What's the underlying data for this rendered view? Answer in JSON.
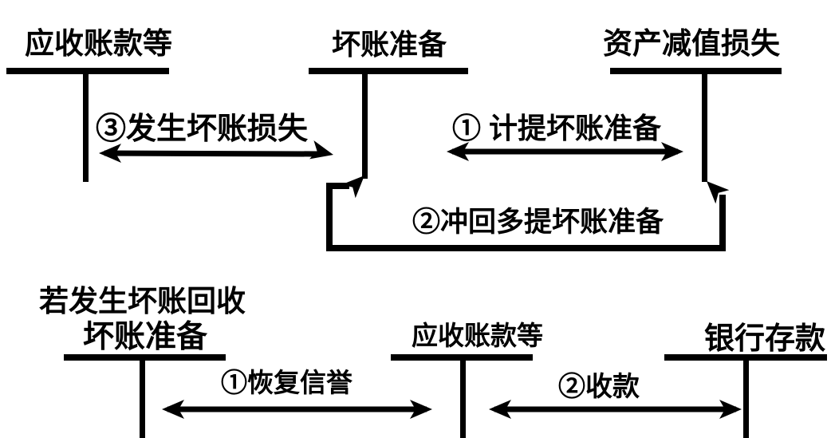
{
  "colors": {
    "background": "#ffffff",
    "ink": "#000000"
  },
  "top_section": {
    "accounts": [
      {
        "title": "应收账款等"
      },
      {
        "title": "坏账准备"
      },
      {
        "title": "资产减值损失"
      }
    ],
    "flows": [
      {
        "label": "③发生坏账损失"
      },
      {
        "label": "① 计提坏账准备"
      },
      {
        "label": "②冲回多提坏账准备"
      }
    ]
  },
  "bottom_section": {
    "heading": "若发生坏账回收",
    "accounts": [
      {
        "title": "坏账准备"
      },
      {
        "title": "应收账款等"
      },
      {
        "title": "银行存款"
      }
    ],
    "flows": [
      {
        "label": "①恢复信誉"
      },
      {
        "label": "②收款"
      }
    ]
  }
}
